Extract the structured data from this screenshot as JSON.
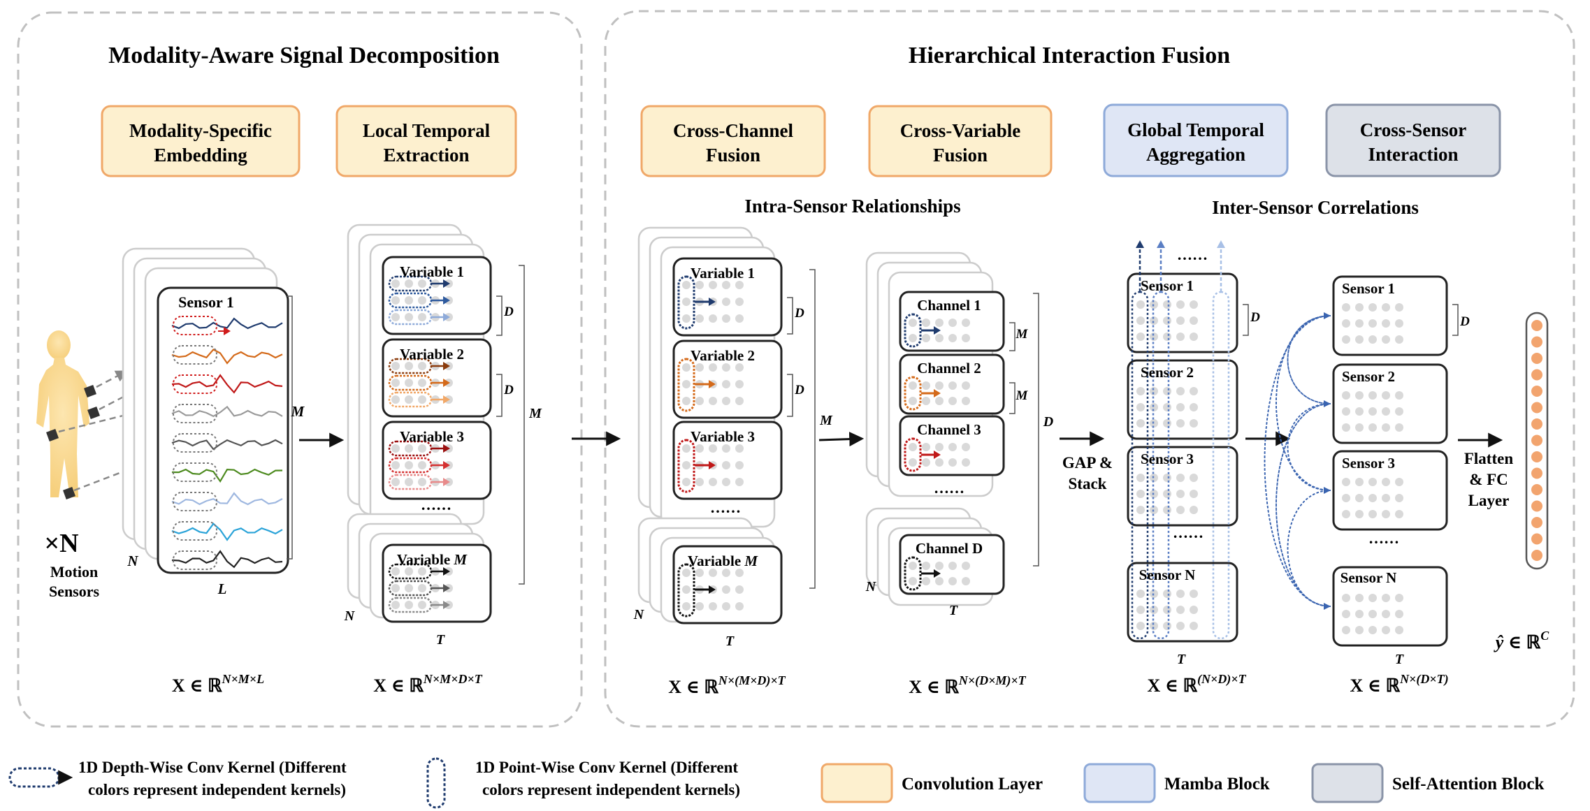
{
  "sections": {
    "left_title": "Modality-Aware Signal Decomposition",
    "right_title": "Hierarchical Interaction Fusion"
  },
  "modules": {
    "mse": [
      "Modality-Specific",
      "Embedding"
    ],
    "lte": [
      "Local Temporal",
      "Extraction"
    ],
    "ccf": [
      "Cross-Channel",
      "Fusion"
    ],
    "cvf": [
      "Cross-Variable",
      "Fusion"
    ],
    "gta": [
      "Global Temporal",
      "Aggregation"
    ],
    "csi": [
      "Cross-Sensor",
      "Interaction"
    ]
  },
  "subtitles": {
    "intra": "Intra-Sensor Relationships",
    "inter": "Inter-Sensor Correlations"
  },
  "input": {
    "count": "×N",
    "label1": "Motion",
    "label2": "Sensors"
  },
  "labels": {
    "sensor1": "Sensor 1",
    "sensor2": "Sensor 2",
    "sensor3": "Sensor 3",
    "sensorN": "Sensor N",
    "variable1": "Variable 1",
    "variable2": "Variable 2",
    "variable3": "Variable 3",
    "variableM_pre": "Variable ",
    "channel1": "Channel 1",
    "channel2": "Channel 2",
    "channel3": "Channel 3",
    "channelD": "Channel D",
    "dots": "……",
    "gap1": "GAP &",
    "gap2": "Stack",
    "flatten1": "Flatten",
    "flatten2": "& FC",
    "flatten3": "Layer"
  },
  "dims": {
    "N": "N",
    "M": "M",
    "L": "L",
    "D": "D",
    "T": "T"
  },
  "formulas": {
    "f1": "N×M×L",
    "f2": "N×M×D×T",
    "f3": "N×(M×D)×T",
    "f4": "N×(D×M)×T",
    "f5": "(N×D)×T",
    "f6": "N×(D×T)",
    "f7": "C"
  },
  "legend": {
    "dw1": "1D Depth-Wise Conv Kernel (Different",
    "dw2": "colors represent independent kernels)",
    "pw1": "1D Point-Wise Conv Kernel (Different",
    "pw2": "colors represent independent kernels)",
    "conv": "Convolution Layer",
    "mamba": "Mamba Block",
    "attn": "Self-Attention Block"
  },
  "colors": {
    "conv_fill": "#fdf0cf",
    "conv_stroke": "#f0a868",
    "mamba_fill": "#dfe6f5",
    "mamba_stroke": "#8eaad9",
    "attn_fill": "#dde1e8",
    "attn_stroke": "#8a94a8",
    "dashed_border": "#c0c0c0",
    "dot": "#d9d9d9",
    "output": "#f2a46e",
    "body": "#f8d890"
  }
}
